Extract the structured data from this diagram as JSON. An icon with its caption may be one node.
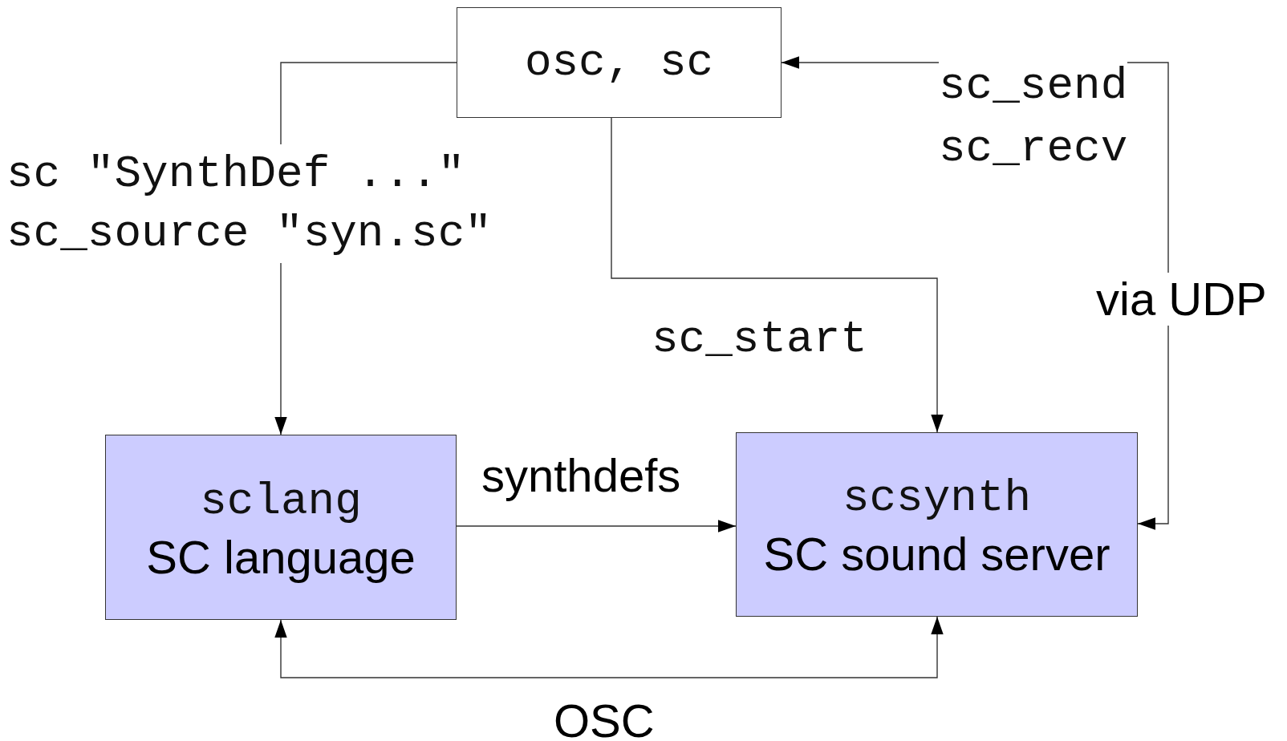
{
  "diagram": {
    "nodes": [
      {
        "text": [
          "osc, sc"
        ]
      },
      {
        "text": [
          "sclang",
          "SC language"
        ]
      },
      {
        "text": [
          "scsynth",
          "SC sound server"
        ]
      }
    ],
    "edges": [
      {
        "from": 0,
        "to": 1,
        "arrow": "to",
        "label": "sc \"SynthDef ...\" sc_source \"syn.sc\""
      },
      {
        "from": 0,
        "to": 2,
        "arrow": "to",
        "label": "sc_start"
      },
      {
        "from": 2,
        "to": 0,
        "arrow": "both",
        "label": "via UDP"
      },
      {
        "from": 1,
        "to": 2,
        "arrow": "to",
        "label": "synthdefs"
      },
      {
        "from": 1,
        "to": 2,
        "arrow": "both",
        "label": "OSC"
      }
    ],
    "labels": [
      "sc_send",
      "sc_recv"
    ]
  }
}
